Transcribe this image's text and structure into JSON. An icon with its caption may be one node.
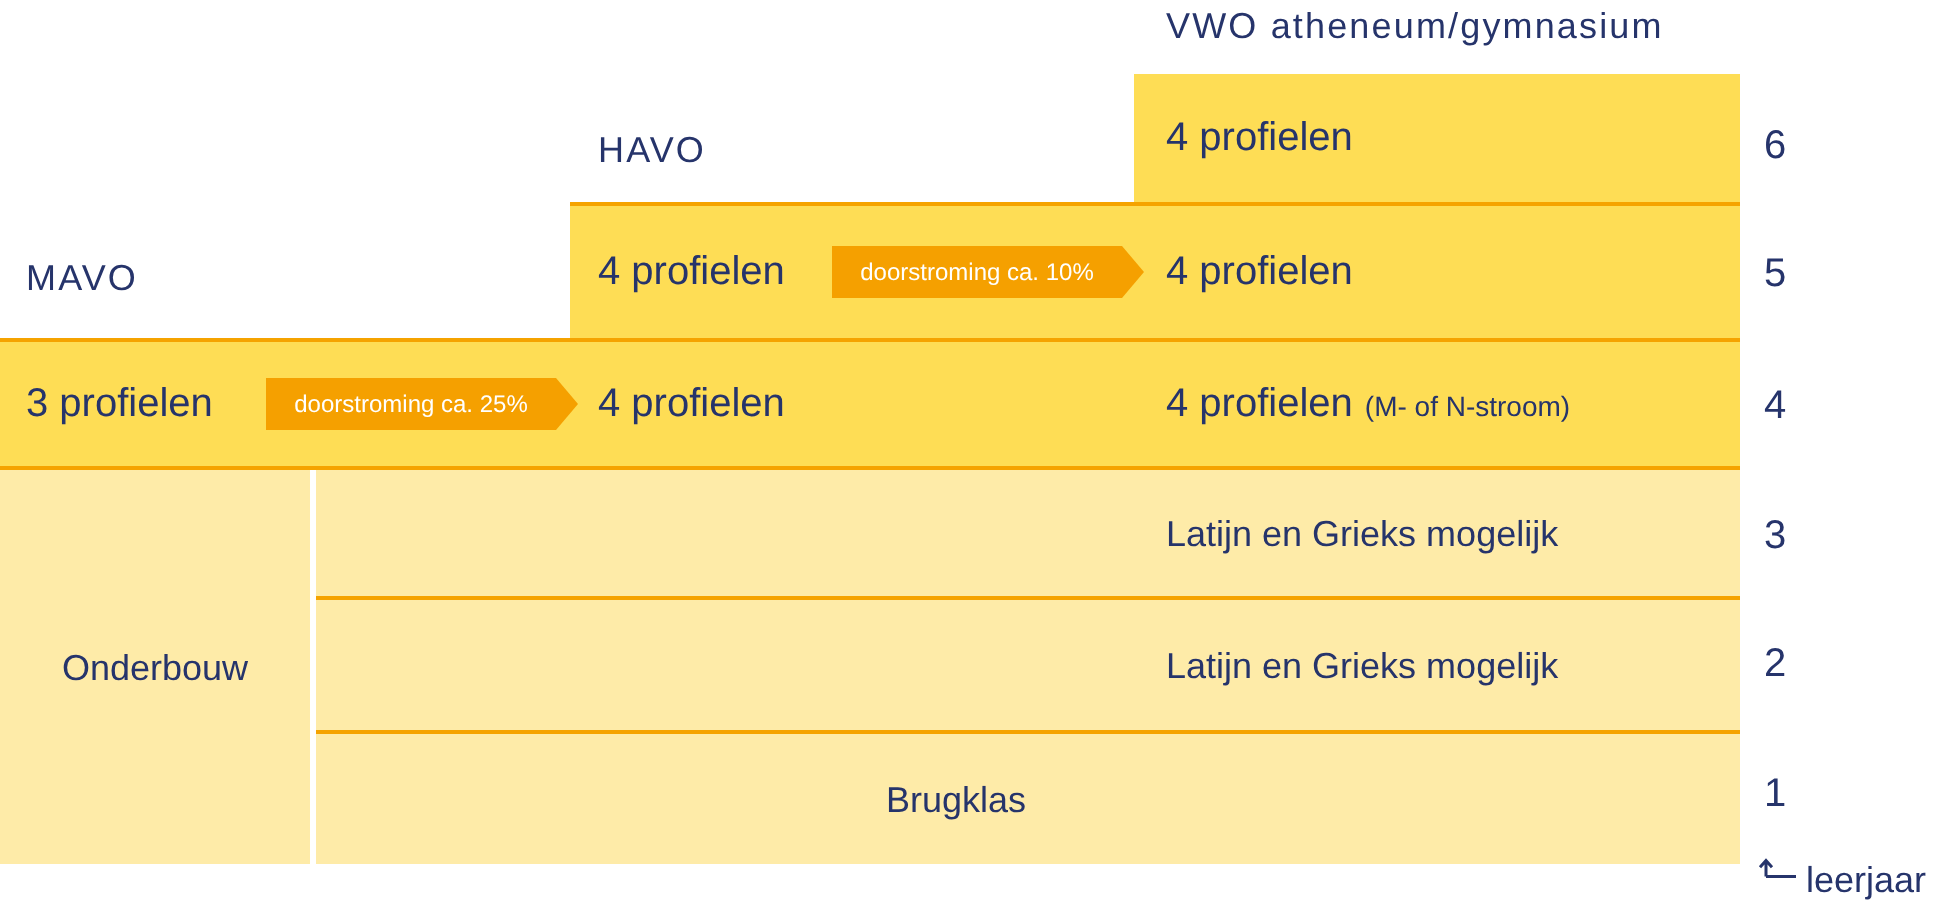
{
  "diagram": {
    "nodes": [
      {
        "text": [
          "4 profielen"
        ]
      },
      {
        "text": [
          "4 profielen"
        ]
      },
      {
        "text": [
          "4 profielen"
        ]
      },
      {
        "text": [
          "3 profielen"
        ]
      },
      {
        "text": [
          "4 profielen"
        ]
      },
      {
        "text": [
          "4 profielen",
          "(M- of N-stroom)"
        ]
      },
      {
        "text": [
          "Onderbouw"
        ]
      },
      {
        "text": [
          "Latijn en Grieks mogelijk"
        ]
      },
      {
        "text": [
          "Latijn en Grieks mogelijk"
        ]
      },
      {
        "text": [
          "Brugklas"
        ]
      }
    ],
    "edges": [
      {
        "from": 1,
        "to": 2,
        "arrow": "to",
        "label": "doorstroming ca. 10%"
      },
      {
        "from": 3,
        "to": 4,
        "arrow": "to",
        "label": "doorstroming ca. 25%"
      }
    ],
    "labels": [
      "VWO atheneum/gymnasium",
      "6",
      "HAVO",
      "5",
      "MAVO",
      "4",
      "3",
      "2",
      "1",
      "leerjaar"
    ]
  }
}
